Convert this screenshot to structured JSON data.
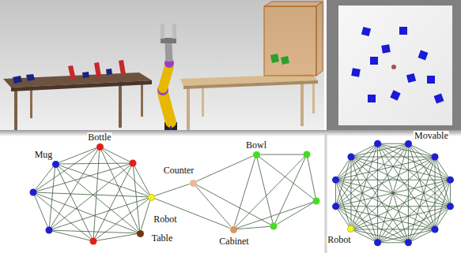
{
  "diagram": {
    "nodes": [
      {
        "text": [
          "Bottle"
        ]
      },
      {
        "text": [
          "Mug"
        ]
      },
      {
        "text": [
          "Robot"
        ]
      },
      {
        "text": [
          "Table"
        ]
      },
      {
        "text": [
          "Counter"
        ]
      },
      {
        "text": [
          "Bowl"
        ]
      },
      {
        "text": [
          "Cabinet"
        ]
      },
      {
        "text": [
          "Movable"
        ]
      },
      {
        "text": [
          "Robot"
        ]
      }
    ],
    "edges": [
      {
        "from": 0,
        "to": 1,
        "arrow": "none"
      },
      {
        "from": 0,
        "to": 2,
        "arrow": "none"
      },
      {
        "from": 0,
        "to": 3,
        "arrow": "none"
      },
      {
        "from": 1,
        "to": 2,
        "arrow": "none"
      },
      {
        "from": 1,
        "to": 3,
        "arrow": "none"
      },
      {
        "from": 2,
        "to": 3,
        "arrow": "none"
      },
      {
        "from": 2,
        "to": 4,
        "arrow": "none"
      },
      {
        "from": 2,
        "to": 6,
        "arrow": "none"
      },
      {
        "from": 4,
        "to": 5,
        "arrow": "none"
      },
      {
        "from": 4,
        "to": 6,
        "arrow": "none"
      },
      {
        "from": 5,
        "to": 6,
        "arrow": "none"
      },
      {
        "from": 7,
        "to": 8,
        "arrow": "none"
      }
    ]
  }
}
